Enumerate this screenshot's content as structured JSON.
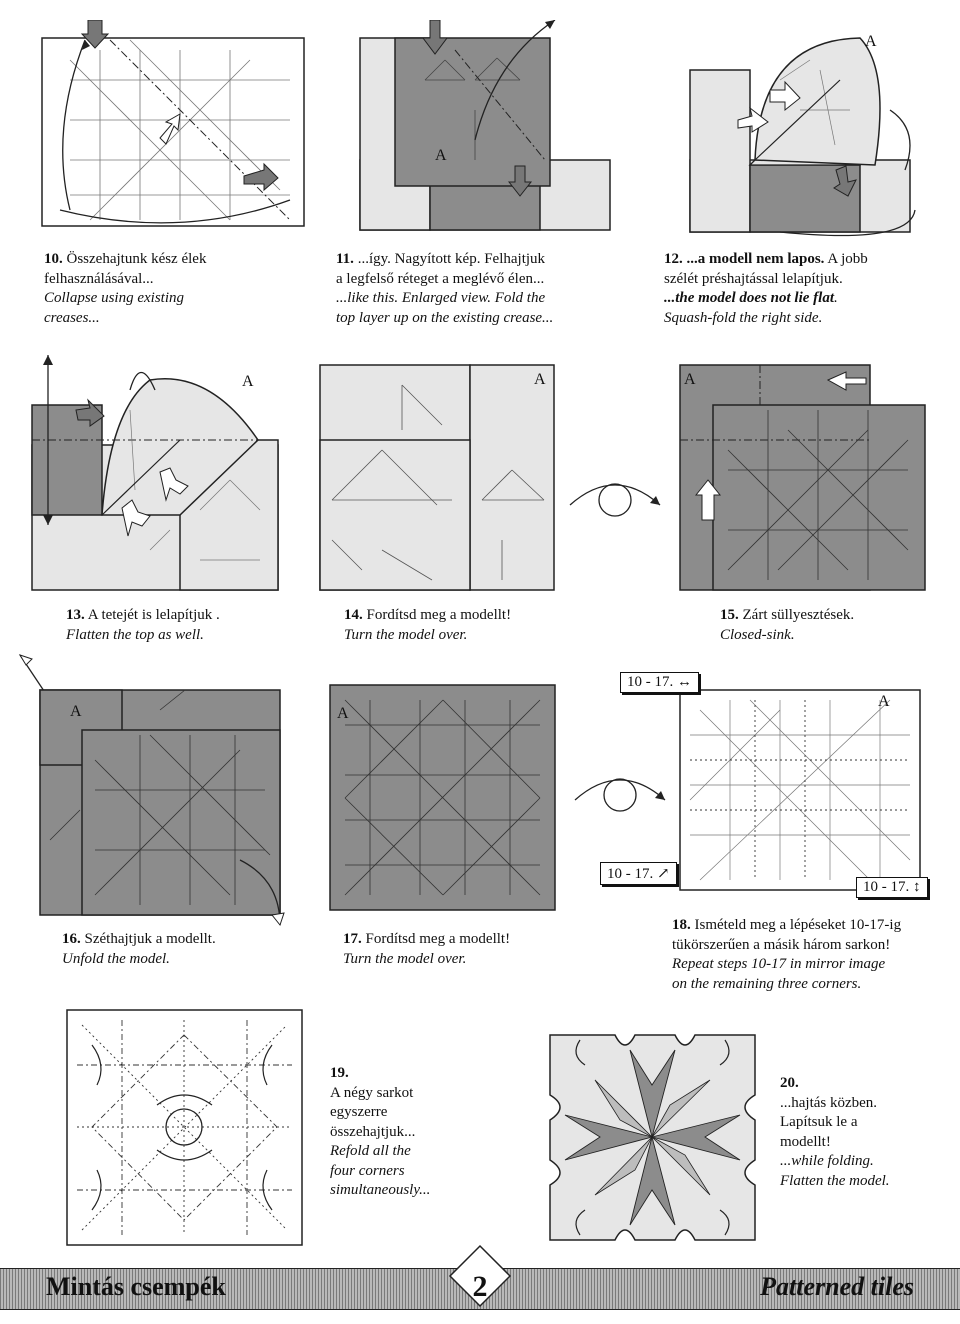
{
  "steps": [
    {
      "num": "10.",
      "hu": [
        "Összehajtunk kész élek",
        "felhasználásával..."
      ],
      "en": [
        "Collapse using existing",
        "creases..."
      ]
    },
    {
      "num": "11.",
      "hu": [
        "...így. Nagyított kép. Felhajtjuk",
        "a legfelső réteget a meglévő élen..."
      ],
      "en": [
        "...like this. Enlarged view. Fold the",
        "top layer up on the existing crease..."
      ]
    },
    {
      "num": "12.",
      "hu_bold": "...a modell nem lapos.",
      "hu_rest": " A jobb",
      "hu2": "szélét préshajtással lelapítjuk.",
      "en_bold": "...the model does not lie flat",
      "en_rest": ".",
      "en2": "Squash-fold the right side."
    },
    {
      "num": "13.",
      "hu": [
        "A tetejét is lelapítjuk ."
      ],
      "en": [
        "Flatten the top as well."
      ]
    },
    {
      "num": "14.",
      "hu": [
        "Fordítsd meg a modellt!"
      ],
      "en": [
        "Turn the model over."
      ]
    },
    {
      "num": "15.",
      "hu": [
        "Zárt süllyesztések."
      ],
      "en": [
        "Closed-sink."
      ]
    },
    {
      "num": "16.",
      "hu": [
        "Széthajtjuk a modellt."
      ],
      "en": [
        "Unfold the model."
      ]
    },
    {
      "num": "17.",
      "hu": [
        "Fordítsd meg a modellt!"
      ],
      "en": [
        "Turn the model over."
      ]
    },
    {
      "num": "18.",
      "hu": [
        "Ismételd meg a lépéseket 10-17-ig",
        "tükörszerűen a másik három sarkon!"
      ],
      "en": [
        "Repeat steps 10-17 in mirror image",
        "on the remaining three corners."
      ]
    },
    {
      "num": "19.",
      "hu": [
        "A négy sarkot",
        "egyszerre",
        "összehajtjuk..."
      ],
      "en": [
        "Refold all the",
        "four corners",
        "simultaneously..."
      ]
    },
    {
      "num": "20.",
      "hu": [
        "...hajtás közben.",
        "Lapítsuk le a",
        "modellt!"
      ],
      "en": [
        "...while folding.",
        "Flatten the model."
      ]
    }
  ],
  "corner_label": "A",
  "repeat_boxes": {
    "horizontal": "10 - 17. ↔",
    "diagonal": "10 - 17. ↗",
    "vertical": "10 - 17. ↕"
  },
  "footer": {
    "left": "Mintás csempék",
    "page": "2",
    "right": "Patterned tiles"
  },
  "colors": {
    "dark": "#8c8c8c",
    "light": "#e6e6e6",
    "mid": "#bdbdbd"
  }
}
